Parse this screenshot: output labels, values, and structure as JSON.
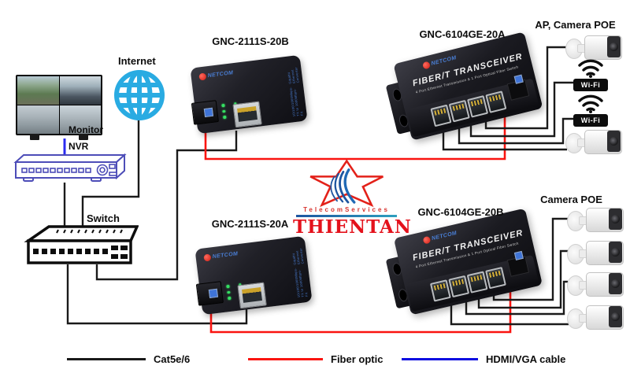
{
  "nodes": {
    "internet": "Internet",
    "monitor": "Monitor",
    "nvr": "NVR",
    "switch": "Switch",
    "converter_b": "GNC-2111S-20B",
    "converter_a": "GNC-2111S-20A",
    "transceiver_a": "GNC-6104GE-20A",
    "transceiver_b": "GNC-6104GE-20B",
    "ap_camera_poe": "AP, Camera POE",
    "camera_poe": "Camera POE"
  },
  "device_print": {
    "brand": "NETCOM",
    "transceiver_title": "FIBER/T TRANSCEIVER",
    "transceiver_subtitle": "4 Port Ethernet Transmission & 1 Port Optical Fiber Switch",
    "converter_line1": "10/100/1000Mbps-TX to 1000Mbps-FX",
    "converter_line2": "Gigabit Ethernet Converter",
    "wifi": "Wi-Fi"
  },
  "logo": {
    "services": "TelecomServices",
    "brand": "THIENTAN"
  },
  "legend": [
    {
      "label": "Cat5e/6",
      "color": "#1a1a1a"
    },
    {
      "label": "Fiber optic",
      "color": "#fa1410"
    },
    {
      "label": "HDMI/VGA cable",
      "color": "#0d0de0"
    }
  ],
  "colors": {
    "cat5e_line": "#1a1a1a",
    "fiber_line": "#fa1410",
    "hdmi_line": "#2b2bf0",
    "internet_blue": "#29abe2",
    "nvr_outline": "#4d4db8",
    "logo_red": "#e32119",
    "logo_arc_blue": "#1d55a0",
    "logo_underline": "#2f9fbe"
  }
}
